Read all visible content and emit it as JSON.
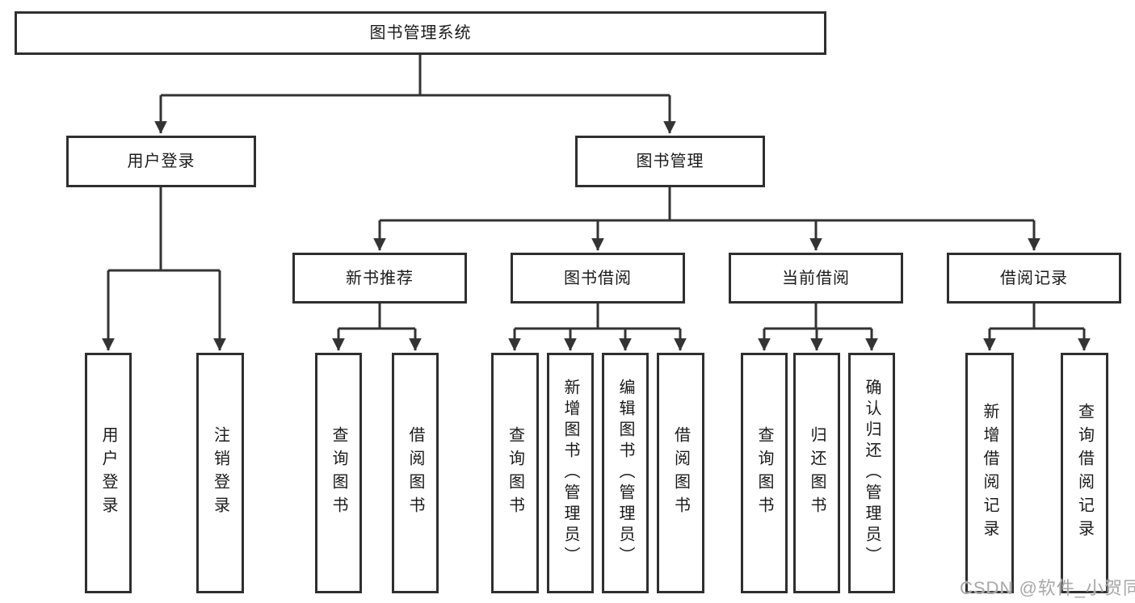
{
  "diagram": {
    "root": {
      "label": "图书管理系统"
    },
    "level2": [
      {
        "label": "用户登录"
      },
      {
        "label": "图书管理"
      }
    ],
    "level3": [
      {
        "label": "新书推荐"
      },
      {
        "label": "图书借阅"
      },
      {
        "label": "当前借阅"
      },
      {
        "label": "借阅记录"
      }
    ],
    "leaves": [
      {
        "label": "用户登录",
        "parent": "用户登录"
      },
      {
        "label": "注销登录",
        "parent": "用户登录"
      },
      {
        "label": "查询图书",
        "parent": "新书推荐"
      },
      {
        "label": "借阅图书",
        "parent": "新书推荐"
      },
      {
        "label": "查询图书",
        "parent": "图书借阅"
      },
      {
        "label": "新增图书（管理员）",
        "parent": "图书借阅"
      },
      {
        "label": "编辑图书（管理员）",
        "parent": "图书借阅"
      },
      {
        "label": "借阅图书",
        "parent": "图书借阅"
      },
      {
        "label": "查询图书",
        "parent": "当前借阅"
      },
      {
        "label": "归还图书",
        "parent": "当前借阅"
      },
      {
        "label": "确认归还（管理员）",
        "parent": "当前借阅"
      },
      {
        "label": "新增借阅记录",
        "parent": "借阅记录"
      },
      {
        "label": "查询借阅记录",
        "parent": "借阅记录"
      }
    ]
  },
  "watermark": {
    "text": "CSDN @软件_小贺同学"
  },
  "colors": {
    "line": "#333333",
    "box_border": "#2f2f2f",
    "text": "#1a1a1a",
    "watermark": "#a8a8a8",
    "background": "#ffffff"
  }
}
